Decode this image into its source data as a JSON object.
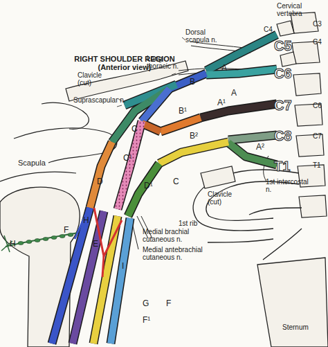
{
  "diagram": {
    "title": "RIGHT SHOULDER REGION (Anterior view)",
    "labels": [
      "Cervical vertebra",
      "C3",
      "C4",
      "C4",
      "Dorsal scapula n.",
      "Long thoracic n.",
      "Suprascapular n.",
      "Clavicle (cut)",
      "Scapula",
      "A",
      "A",
      "A¹",
      "B",
      "B¹",
      "B²",
      "A²",
      "C",
      "C",
      "C¹",
      "D",
      "D¹",
      "E",
      "F",
      "H",
      "H",
      "I",
      "G",
      "F",
      "F¹",
      "C5",
      "C6",
      "C7",
      "C6",
      "C8",
      "C7",
      "T1",
      "T1",
      "1st intercostal n.",
      "Clavicle (cut)",
      "1st rib",
      "Medial brachial cutaneous n.",
      "Medial antebrachial cutaneous n.",
      "Sternum"
    ]
  }
}
